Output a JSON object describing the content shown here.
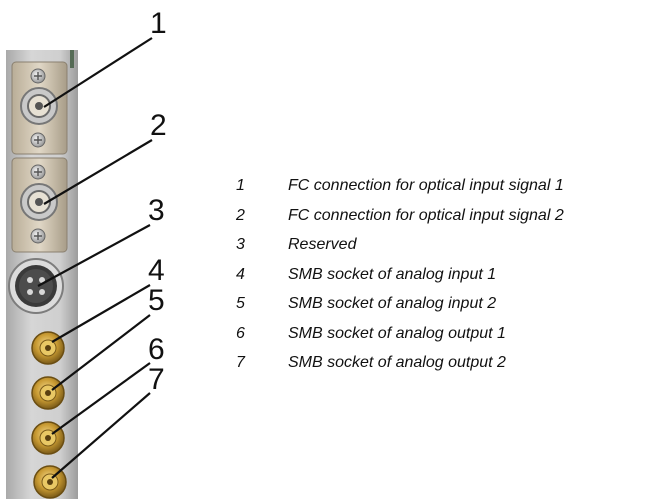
{
  "callouts": [
    "1",
    "2",
    "3",
    "4",
    "5",
    "6",
    "7"
  ],
  "legend": [
    {
      "num": "1",
      "text": "FC connection for optical input signal 1"
    },
    {
      "num": "2",
      "text": "FC connection for optical input signal 2"
    },
    {
      "num": "3",
      "text": "Reserved"
    },
    {
      "num": "4",
      "text": "SMB socket of analog input 1"
    },
    {
      "num": "5",
      "text": "SMB socket of analog input 2"
    },
    {
      "num": "6",
      "text": "SMB socket of analog output 1"
    },
    {
      "num": "7",
      "text": "SMB socket of analog output 2"
    }
  ]
}
